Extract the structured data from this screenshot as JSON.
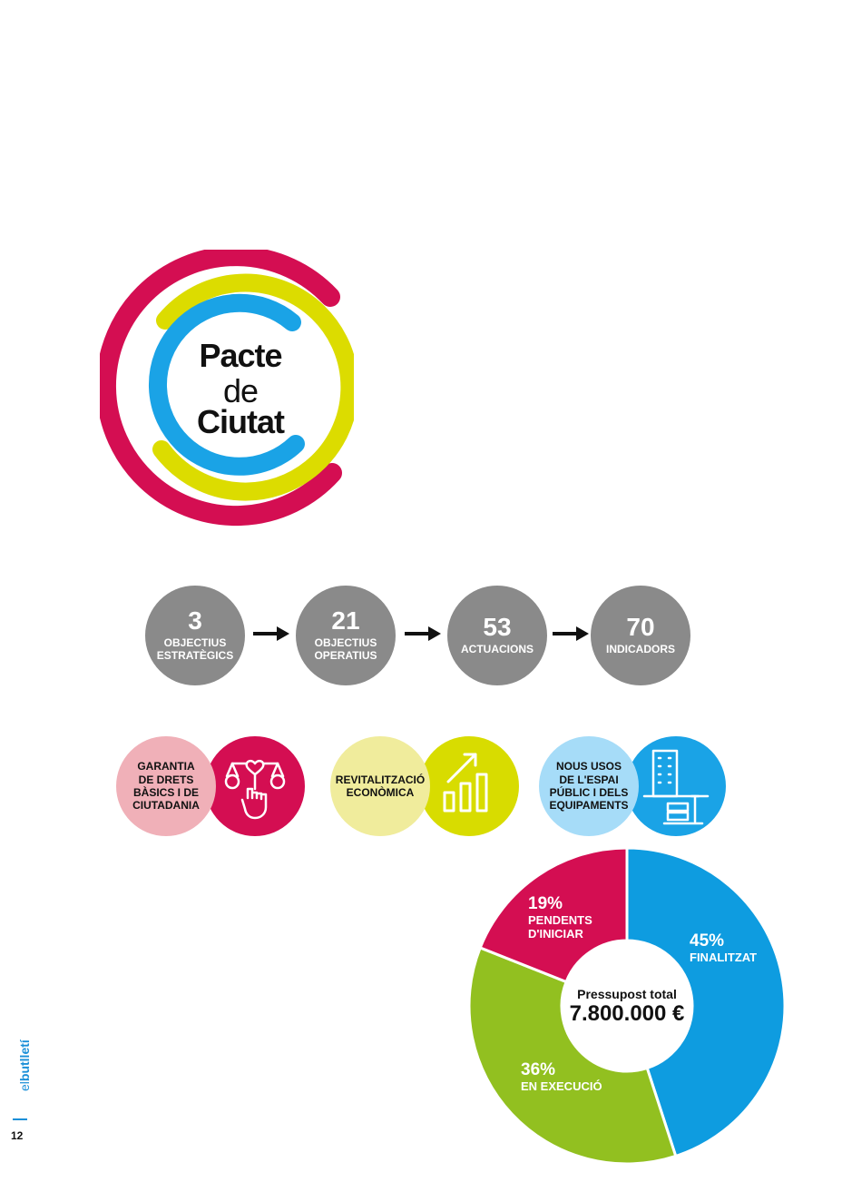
{
  "logo": {
    "line1": "Pacte",
    "line2": "de",
    "line3": "Ciutat",
    "colors": {
      "outer": "#d40e52",
      "middle": "#dcdc00",
      "inner": "#1aa3e6"
    }
  },
  "stats": [
    {
      "value": "3",
      "label_1": "OBJECTIUS",
      "label_2": "ESTRATÈGICS"
    },
    {
      "value": "21",
      "label_1": "OBJECTIUS",
      "label_2": "OPERATIUS"
    },
    {
      "value": "53",
      "label_1": "ACTUACIONS",
      "label_2": ""
    },
    {
      "value": "70",
      "label_1": "INDICADORS",
      "label_2": ""
    }
  ],
  "axes": [
    {
      "l1": "GARANTIA",
      "l2": "DE DRETS",
      "l3": "BÀSICS I DE",
      "l4": "CIUTADANIA",
      "icon": "justice-hand-icon",
      "light_color": "#f0b0b8",
      "dark_color": "#d40e52"
    },
    {
      "l1": "REVITALITZACIÓ",
      "l2": "ECONÒMICA",
      "l3": "",
      "l4": "",
      "icon": "growth-chart-icon",
      "light_color": "#f0ec9c",
      "dark_color": "#d8dc00"
    },
    {
      "l1": "NOUS USOS",
      "l2": "DE L'ESPAI",
      "l3": "PÚBLIC I DELS",
      "l4": "EQUIPAMENTS",
      "icon": "building-icon",
      "light_color": "#a6dcf8",
      "dark_color": "#1aa3e6"
    }
  ],
  "chart_data": {
    "type": "pie",
    "categories": [
      "FINALITZAT",
      "EN EXECUCIÓ",
      "PENDENTS D'INICIAR"
    ],
    "values": [
      45,
      36,
      19
    ],
    "labels": [
      {
        "pct": "45%",
        "text_1": "FINALITZAT",
        "text_2": ""
      },
      {
        "pct": "36%",
        "text_1": "EN EXECUCIÓ",
        "text_2": ""
      },
      {
        "pct": "19%",
        "text_1": "PENDENTS",
        "text_2": "D'INICIAR"
      }
    ],
    "colors": [
      "#0e9ce0",
      "#92c020",
      "#d40e52"
    ],
    "center_title": "Pressupost total",
    "center_value": "7.800.000 €"
  },
  "footer": {
    "brand_el": "el",
    "brand_butlleti": "butlletí",
    "page_number": "12"
  }
}
